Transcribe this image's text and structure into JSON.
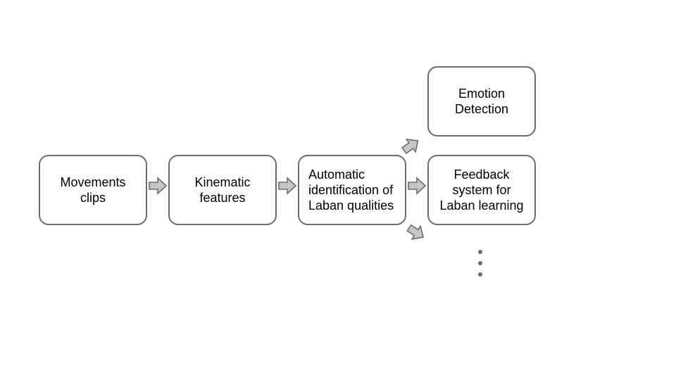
{
  "diagram": {
    "nodes": [
      {
        "id": "movements",
        "label": "Movements\nclips"
      },
      {
        "id": "kinematic",
        "label": "Kinematic\nfeatures"
      },
      {
        "id": "automatic",
        "label": "Automatic\nidentification of\nLaban qualities"
      },
      {
        "id": "emotion",
        "label": "Emotion\nDetection"
      },
      {
        "id": "feedback",
        "label": "Feedback\nsystem for\nLaban learning"
      }
    ],
    "edges": [
      {
        "from": "movements",
        "to": "kinematic"
      },
      {
        "from": "kinematic",
        "to": "automatic"
      },
      {
        "from": "automatic",
        "to": "emotion"
      },
      {
        "from": "automatic",
        "to": "feedback"
      },
      {
        "from": "automatic",
        "to": "more-outputs"
      }
    ],
    "continuation": "vertical-ellipsis",
    "colors": {
      "border": "#6d6d6d",
      "arrow_fill": "#c6c6c6",
      "text": "#000000",
      "background": "#ffffff"
    }
  }
}
